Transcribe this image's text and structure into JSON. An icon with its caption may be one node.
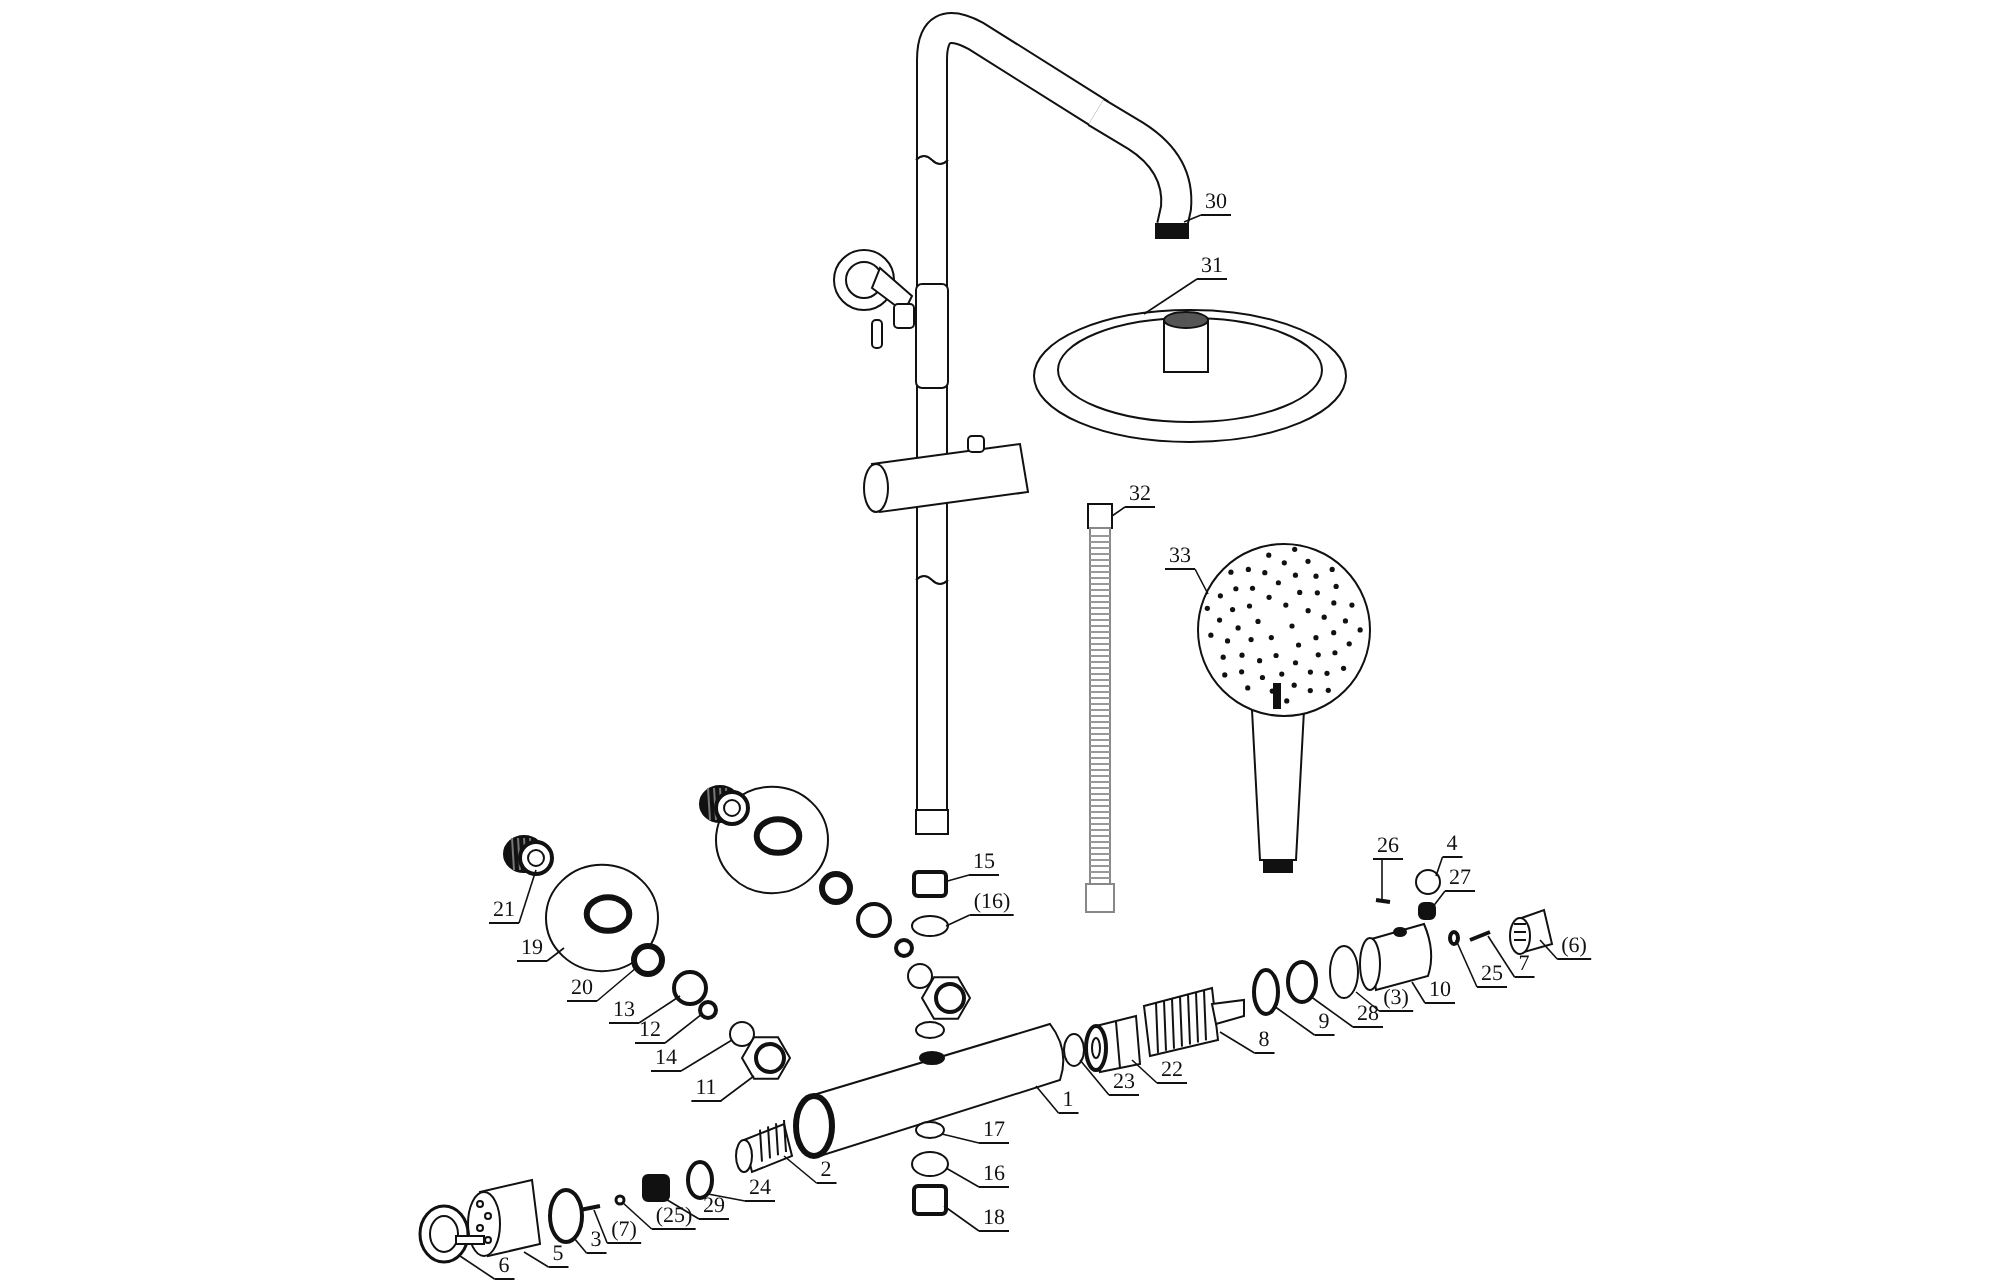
{
  "diagram": {
    "nodes": [
      {
        "text": [
          "30"
        ]
      },
      {
        "text": [
          "31"
        ]
      },
      {
        "text": [
          "32"
        ]
      },
      {
        "text": [
          "33"
        ]
      },
      {
        "text": [
          "15"
        ]
      },
      {
        "text": [
          "(16)"
        ]
      },
      {
        "text": [
          "21"
        ]
      },
      {
        "text": [
          "19"
        ]
      },
      {
        "text": [
          "20"
        ]
      },
      {
        "text": [
          "13"
        ]
      },
      {
        "text": [
          "12"
        ]
      },
      {
        "text": [
          "14"
        ]
      },
      {
        "text": [
          "11"
        ]
      },
      {
        "text": [
          "26"
        ]
      },
      {
        "text": [
          "4"
        ]
      },
      {
        "text": [
          "27"
        ]
      },
      {
        "text": [
          "(6)"
        ]
      },
      {
        "text": [
          "7"
        ]
      },
      {
        "text": [
          "25"
        ]
      },
      {
        "text": [
          "10"
        ]
      },
      {
        "text": [
          "(3)"
        ]
      },
      {
        "text": [
          "28"
        ]
      },
      {
        "text": [
          "9"
        ]
      },
      {
        "text": [
          "8"
        ]
      },
      {
        "text": [
          "22"
        ]
      },
      {
        "text": [
          "23"
        ]
      },
      {
        "text": [
          "1"
        ]
      },
      {
        "text": [
          "17"
        ]
      },
      {
        "text": [
          "2"
        ]
      },
      {
        "text": [
          "16"
        ]
      },
      {
        "text": [
          "24"
        ]
      },
      {
        "text": [
          "29"
        ]
      },
      {
        "text": [
          "18"
        ]
      },
      {
        "text": [
          "(25)"
        ]
      },
      {
        "text": [
          "(7)"
        ]
      },
      {
        "text": [
          "3"
        ]
      },
      {
        "text": [
          "5"
        ]
      },
      {
        "text": [
          "6"
        ]
      },
      {
        "text": [],
        "shape": "picture"
      },
      {
        "text": [],
        "shape": "picture"
      },
      {
        "text": [],
        "shape": "picture"
      },
      {
        "text": [],
        "shape": "picture"
      },
      {
        "text": [],
        "shape": "box"
      },
      {
        "text": [],
        "shape": "circle"
      },
      {
        "text": [],
        "shape": "picture"
      },
      {
        "text": [],
        "shape": "picture"
      },
      {
        "text": [],
        "shape": "circle"
      },
      {
        "text": [],
        "shape": "circle"
      },
      {
        "text": [],
        "shape": "circle"
      },
      {
        "text": [],
        "shape": "circle"
      },
      {
        "text": [],
        "shape": "picture"
      },
      {
        "text": [],
        "shape": "bar"
      },
      {
        "text": [],
        "shape": "circle"
      },
      {
        "text": [],
        "shape": "box"
      },
      {
        "text": [],
        "shape": "picture"
      },
      {
        "text": [],
        "shape": "bar"
      },
      {
        "text": [],
        "shape": "circle"
      },
      {
        "text": [],
        "shape": "picture"
      },
      {
        "text": [],
        "shape": "circle"
      },
      {
        "text": [],
        "shape": "circle"
      },
      {
        "text": [],
        "shape": "circle"
      },
      {
        "text": [],
        "shape": "picture"
      },
      {
        "text": [],
        "shape": "picture"
      },
      {
        "text": [],
        "shape": "circle"
      },
      {
        "text": [],
        "shape": "picture"
      },
      {
        "text": [],
        "shape": "circle"
      },
      {
        "text": [],
        "shape": "picture"
      },
      {
        "text": [],
        "shape": "circle"
      },
      {
        "text": [],
        "shape": "circle"
      },
      {
        "text": [],
        "shape": "box"
      },
      {
        "text": [],
        "shape": "box"
      },
      {
        "text": [],
        "shape": "circle"
      },
      {
        "text": [],
        "shape": "bar"
      },
      {
        "text": [],
        "shape": "circle"
      },
      {
        "text": [],
        "shape": "picture"
      },
      {
        "text": [],
        "shape": "picture"
      }
    ],
    "edges": [
      {
        "from": 0,
        "to": 38,
        "arrow": "none"
      },
      {
        "from": 1,
        "to": 39,
        "arrow": "none"
      },
      {
        "from": 2,
        "to": 40,
        "arrow": "none"
      },
      {
        "from": 3,
        "to": 41,
        "arrow": "none"
      },
      {
        "from": 4,
        "to": 42,
        "arrow": "none"
      },
      {
        "from": 5,
        "to": 43,
        "arrow": "none"
      },
      {
        "from": 6,
        "to": 44,
        "arrow": "none"
      },
      {
        "from": 7,
        "to": 45,
        "arrow": "none"
      },
      {
        "from": 8,
        "to": 46,
        "arrow": "none"
      },
      {
        "from": 9,
        "to": 47,
        "arrow": "none"
      },
      {
        "from": 10,
        "to": 48,
        "arrow": "none"
      },
      {
        "from": 11,
        "to": 49,
        "arrow": "none"
      },
      {
        "from": 12,
        "to": 50,
        "arrow": "none"
      },
      {
        "from": 13,
        "to": 51,
        "arrow": "none"
      },
      {
        "from": 14,
        "to": 52,
        "arrow": "none"
      },
      {
        "from": 15,
        "to": 53,
        "arrow": "none"
      },
      {
        "from": 16,
        "to": 54,
        "arrow": "none"
      },
      {
        "from": 17,
        "to": 55,
        "arrow": "none"
      },
      {
        "from": 18,
        "to": 56,
        "arrow": "none"
      },
      {
        "from": 19,
        "to": 57,
        "arrow": "none"
      },
      {
        "from": 20,
        "to": 58,
        "arrow": "none"
      },
      {
        "from": 21,
        "to": 59,
        "arrow": "none"
      },
      {
        "from": 22,
        "to": 60,
        "arrow": "none"
      },
      {
        "from": 23,
        "to": 61,
        "arrow": "none"
      },
      {
        "from": 24,
        "to": 62,
        "arrow": "none"
      },
      {
        "from": 25,
        "to": 63,
        "arrow": "none"
      },
      {
        "from": 26,
        "to": 64,
        "arrow": "none"
      },
      {
        "from": 27,
        "to": 65,
        "arrow": "none"
      },
      {
        "from": 28,
        "to": 66,
        "arrow": "none"
      },
      {
        "from": 29,
        "to": 67,
        "arrow": "none"
      },
      {
        "from": 30,
        "to": 68,
        "arrow": "none"
      },
      {
        "from": 31,
        "to": 69,
        "arrow": "none"
      },
      {
        "from": 32,
        "to": 70,
        "arrow": "none"
      },
      {
        "from": 33,
        "to": 71,
        "arrow": "none"
      },
      {
        "from": 34,
        "to": 72,
        "arrow": "none"
      },
      {
        "from": 35,
        "to": 73,
        "arrow": "none"
      },
      {
        "from": 36,
        "to": 74,
        "arrow": "none"
      },
      {
        "from": 37,
        "to": 75,
        "arrow": "none"
      }
    ]
  }
}
